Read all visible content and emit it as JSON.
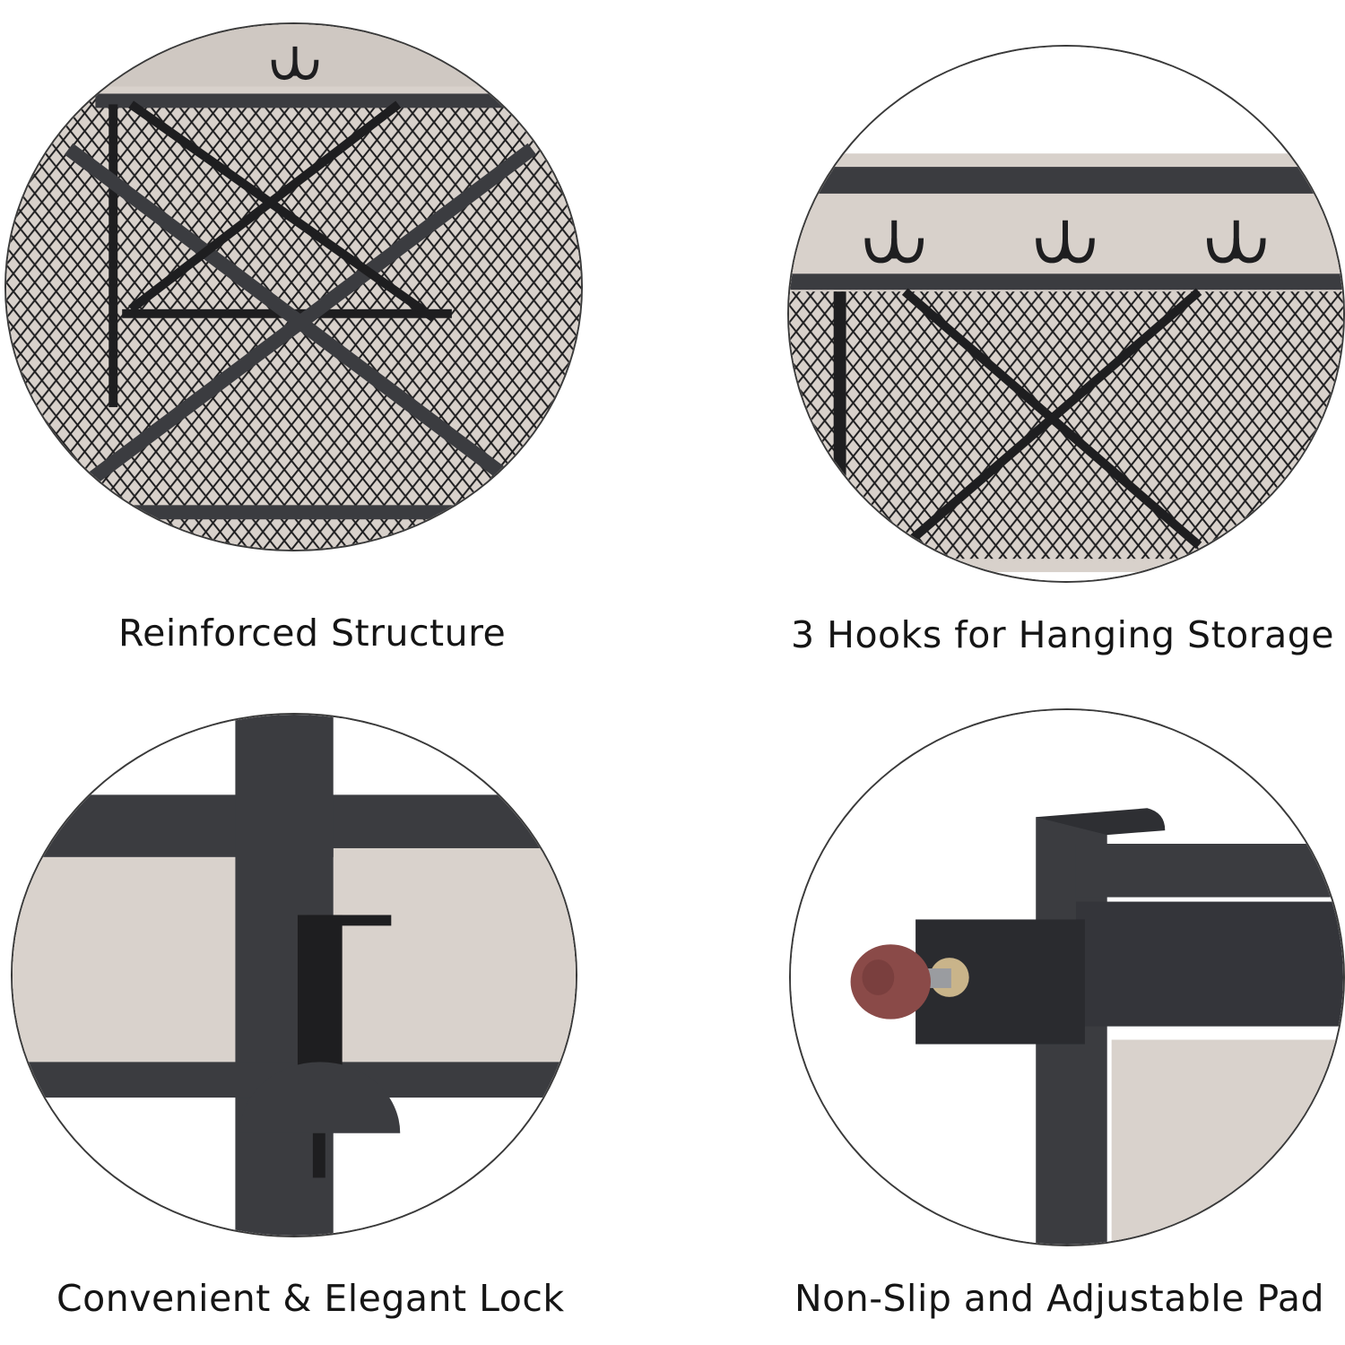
{
  "features": [
    {
      "id": "reinforced-structure",
      "caption": "Reinforced Structure",
      "image": "x-braced mesh panel close-up with hooks"
    },
    {
      "id": "hooks",
      "caption": "3 Hooks for Hanging Storage",
      "image": "three double hooks above mesh panel"
    },
    {
      "id": "lock",
      "caption": "Convenient & Elegant Lock",
      "image": "door latch lock on metal frame"
    },
    {
      "id": "adjustable-pad",
      "caption": "Non-Slip and Adjustable Pad",
      "image": "adjustable foot pad on frame corner"
    }
  ],
  "colors": {
    "frame": "#3b3c40",
    "mesh": "#1e1e20",
    "wood": "#d9d2cc",
    "pad": "#8a4a48",
    "outline": "#3a3a3a"
  }
}
